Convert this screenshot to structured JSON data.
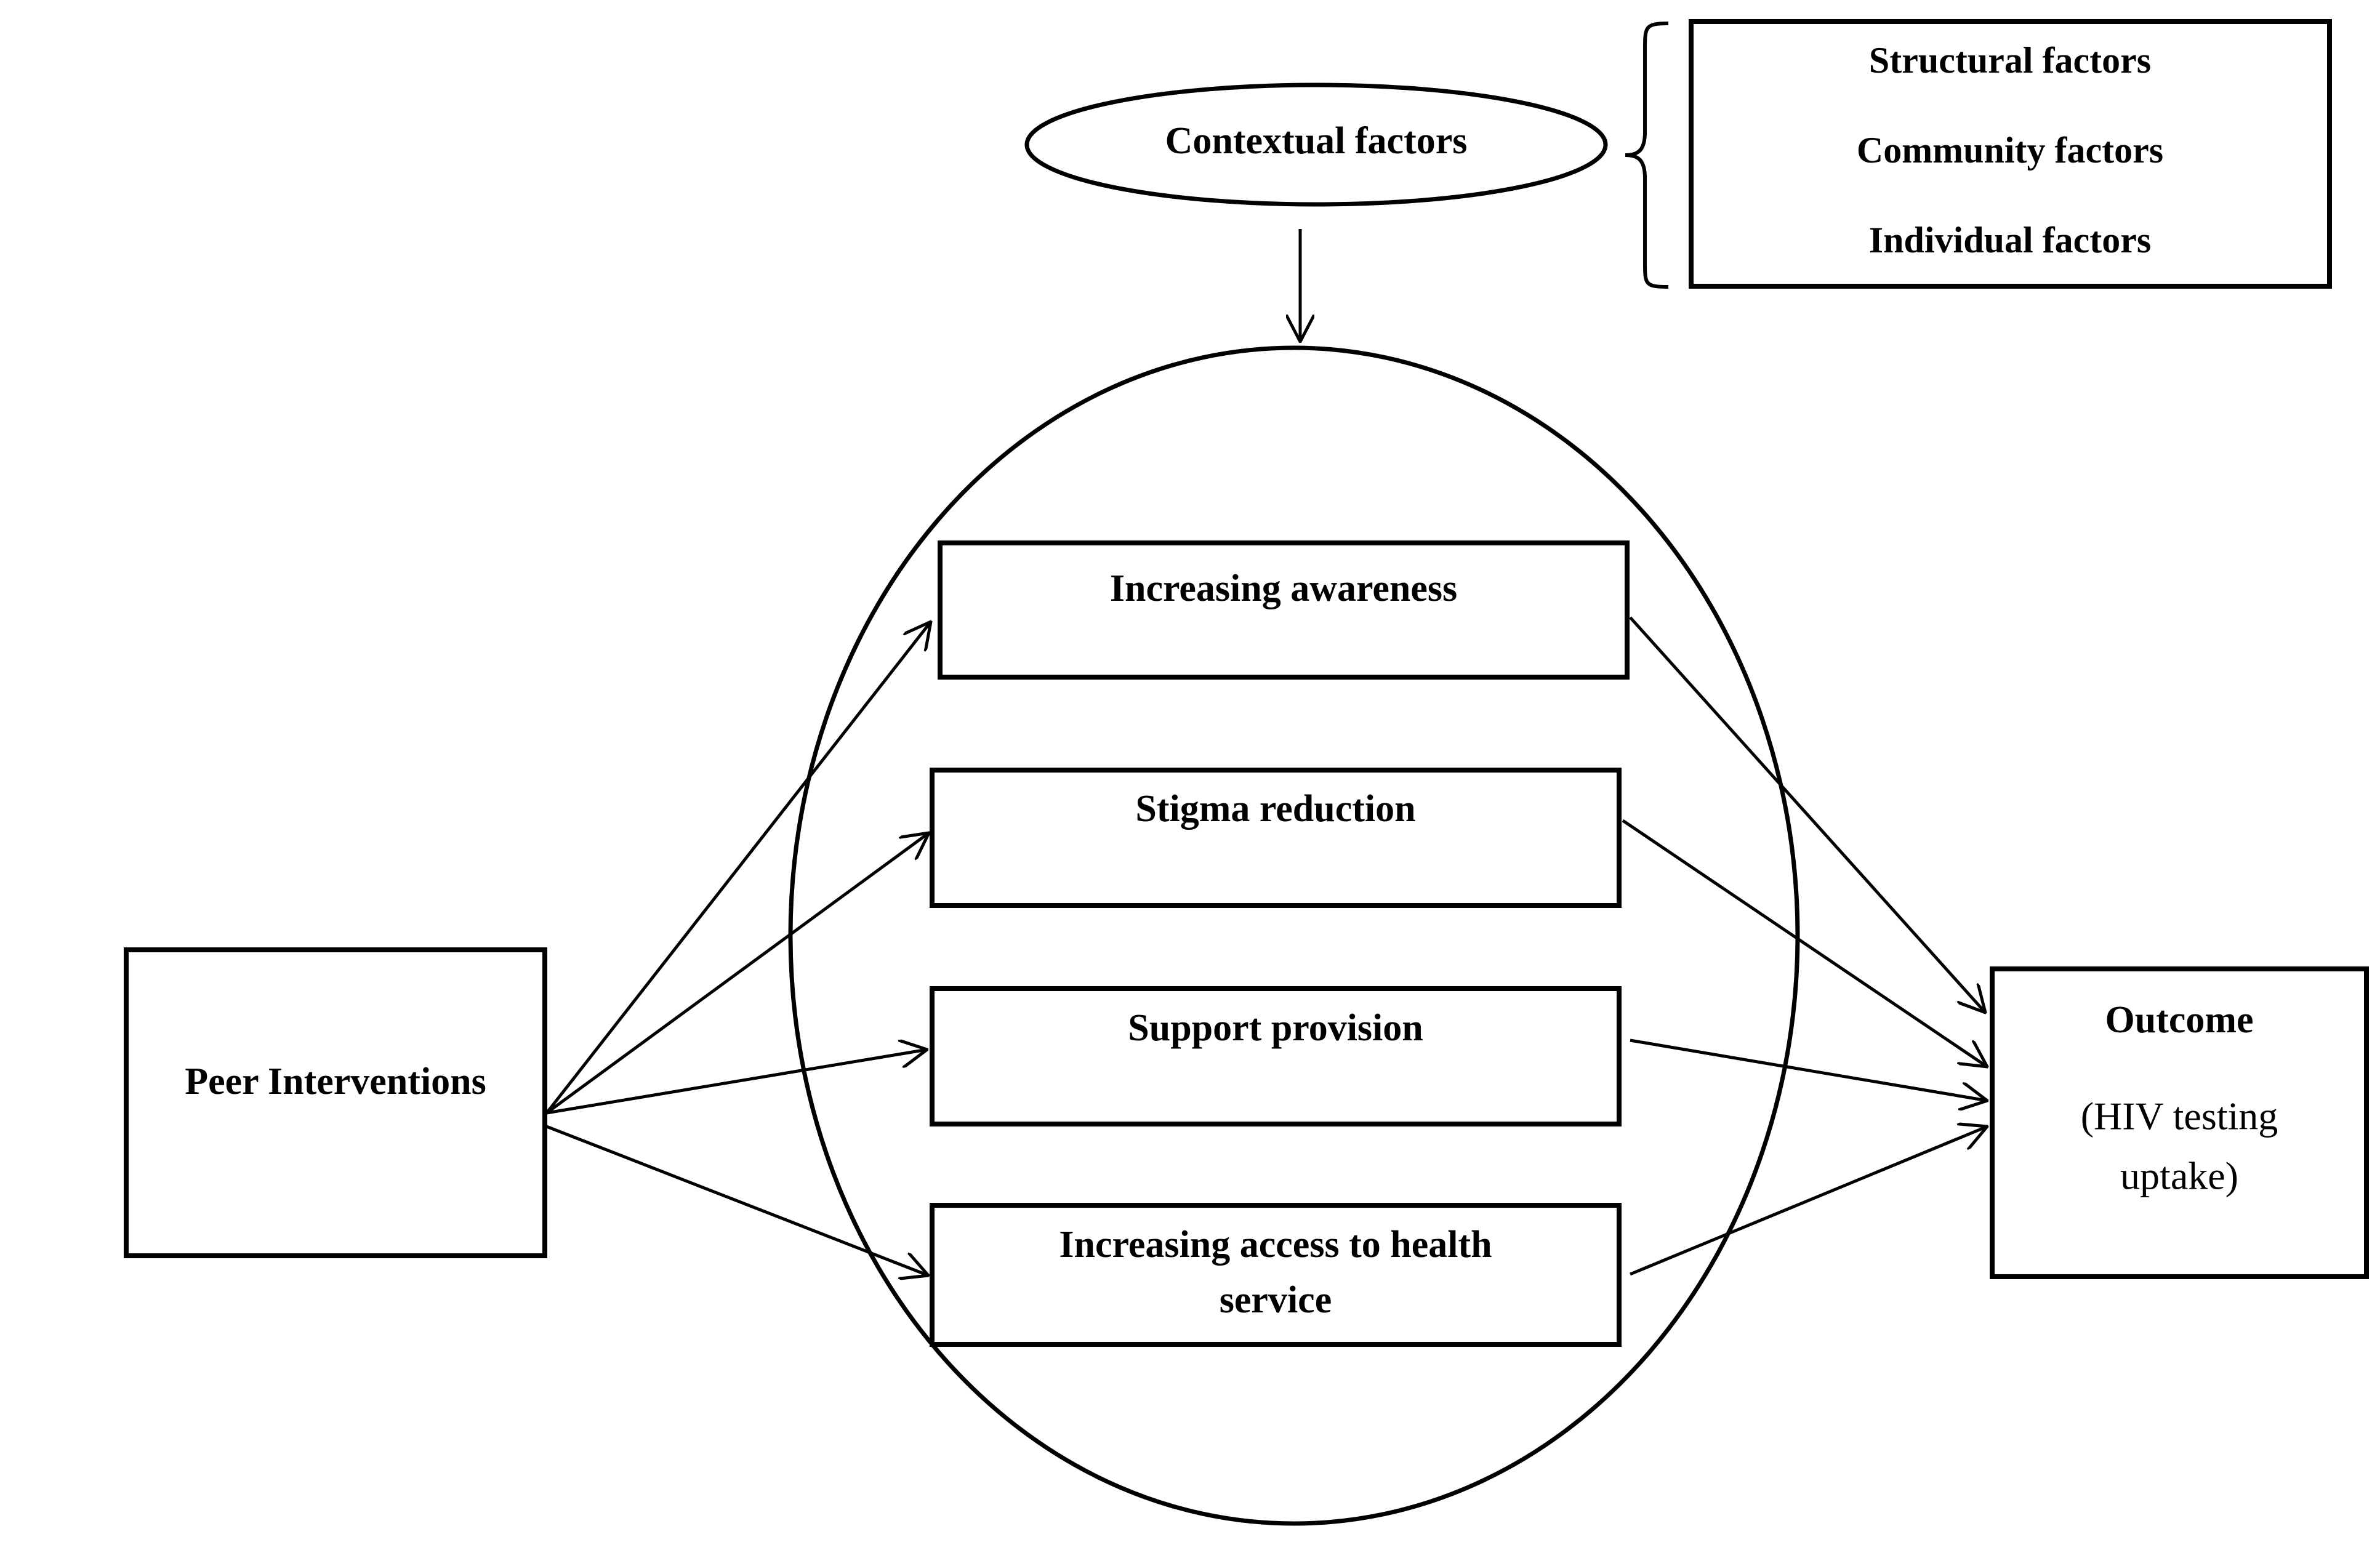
{
  "contextual": {
    "label": "Contextual factors",
    "factors": [
      "Structural factors",
      "Community factors",
      "Individual factors"
    ]
  },
  "source": {
    "label": "Peer Interventions"
  },
  "mechanisms": [
    {
      "lines": [
        "Increasing awareness"
      ]
    },
    {
      "lines": [
        "Stigma reduction"
      ]
    },
    {
      "lines": [
        "Support provision"
      ]
    },
    {
      "lines": [
        "Increasing access to health",
        "service"
      ]
    }
  ],
  "outcome": {
    "title": "Outcome",
    "detail_lines": [
      "(HIV testing",
      "uptake)"
    ]
  },
  "colors": {
    "stroke": "#000000",
    "background": "#ffffff"
  }
}
